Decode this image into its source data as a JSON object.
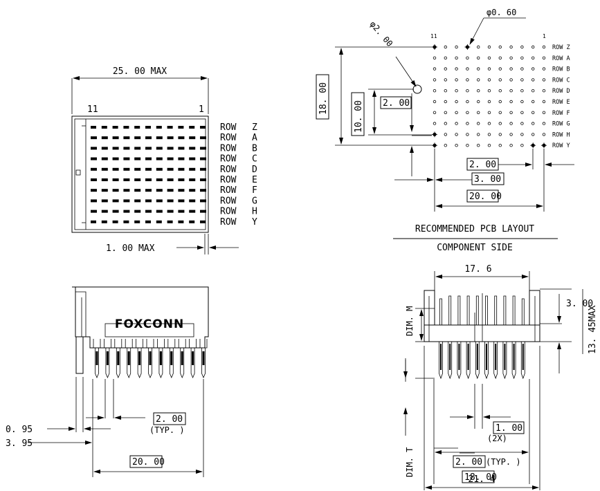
{
  "top_left_view": {
    "width_dim": "25. 00 MAX",
    "col_start": "11",
    "col_end": "1",
    "row_word": "ROW",
    "rows": [
      "Z",
      "A",
      "B",
      "C",
      "D",
      "E",
      "F",
      "G",
      "H",
      "Y"
    ],
    "depth_dim": "1. 00 MAX"
  },
  "pcb_layout": {
    "hole_large": "φ2. 00",
    "hole_small": "φ0. 60",
    "col_start": "11",
    "col_end": "1",
    "row_labels": [
      "ROW Z",
      "ROW A",
      "ROW B",
      "ROW C",
      "ROW D",
      "ROW E",
      "ROW F",
      "ROW G",
      "ROW H",
      "ROW Y"
    ],
    "height_dim": "18. 00",
    "mid_dim": "10. 00",
    "offset_dim": "2. 00",
    "pitch_dim": "2. 00",
    "offset2_dim": "3. 00",
    "span_dim": "20. 00",
    "title_line1": "RECOMMENDED PCB LAYOUT",
    "title_line2": "COMPONENT SIDE"
  },
  "front_view": {
    "brand": "FOXCONN",
    "dim_a": "0. 95",
    "dim_b": "3. 95",
    "pitch": "2. 00",
    "pitch_note": "(TYP. )",
    "span": "20. 00"
  },
  "side_view": {
    "top_dim": "17. 6",
    "dim_m": "DIM. M",
    "dim_t": "DIM. T",
    "height_a": "3. 00",
    "height_b": "13. 45MAX",
    "pin_pitch": "1. 00",
    "pin_note": "(2X)",
    "pitch": "2. 00",
    "pitch_note": "(TYP. )",
    "span": "18. 00",
    "overall": "21. 4"
  }
}
